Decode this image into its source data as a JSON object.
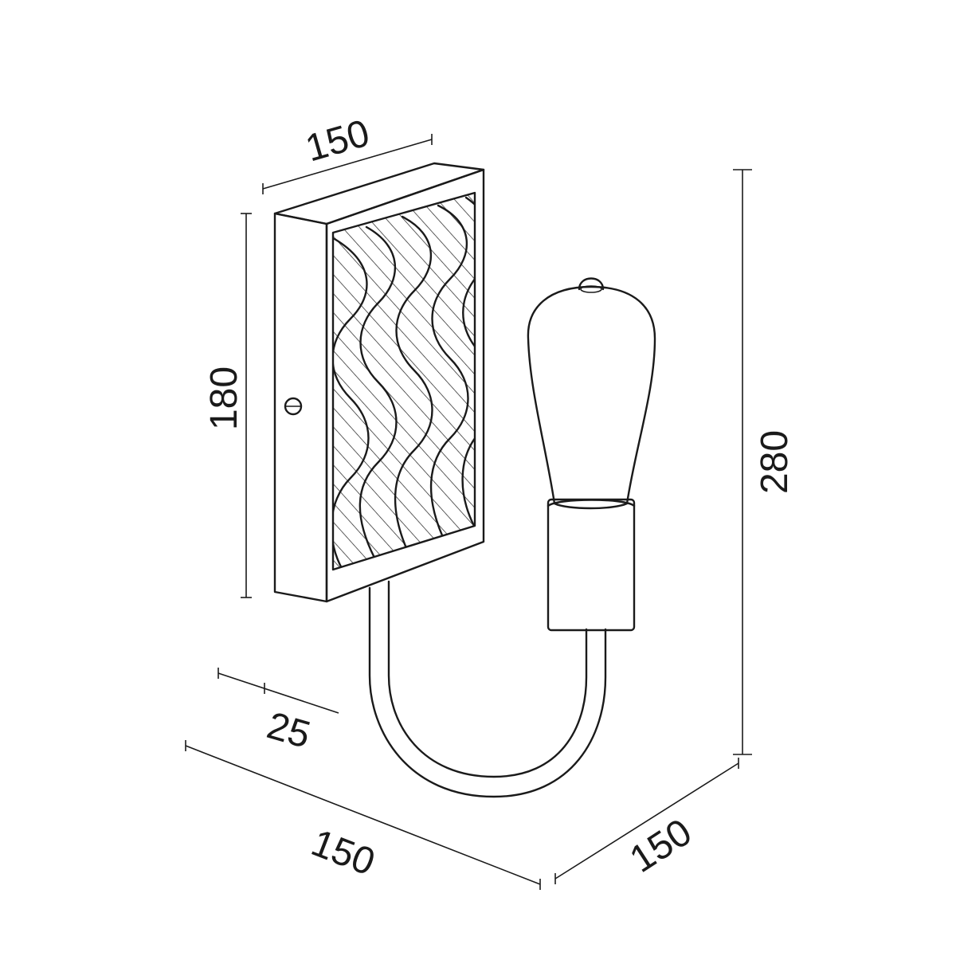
{
  "dimensions": {
    "plate_width": "150",
    "plate_height": "180",
    "total_height": "280",
    "plate_depth": "25",
    "base_width": "150",
    "base_depth": "150"
  }
}
